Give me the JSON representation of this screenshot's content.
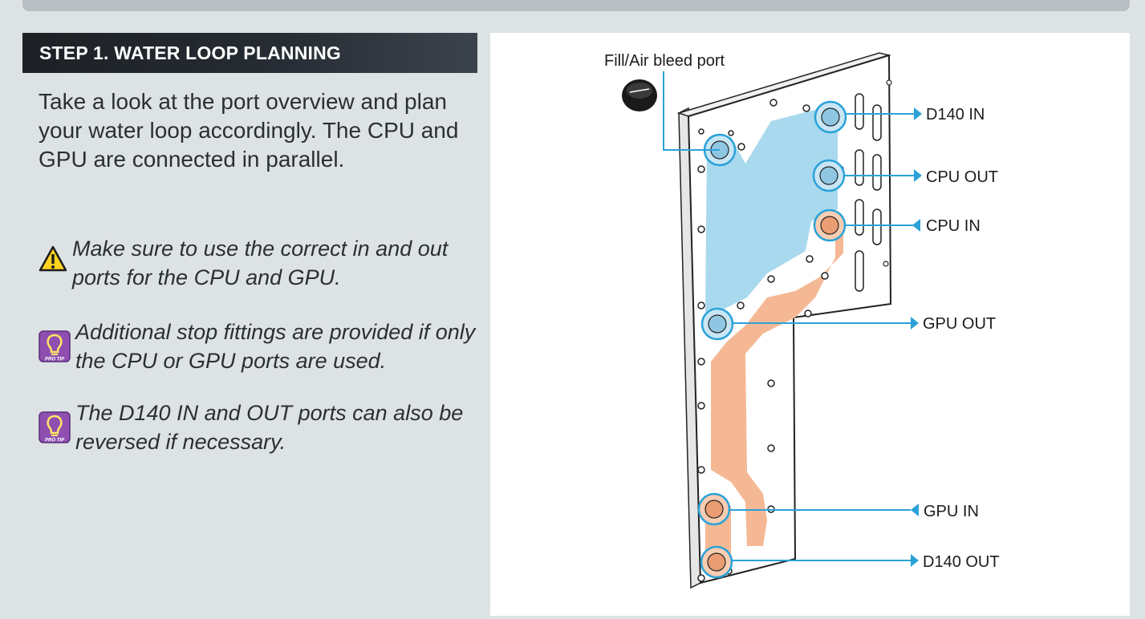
{
  "header": {
    "title": "STEP 1. WATER LOOP PLANNING"
  },
  "intro": "Take a look at the port overview and plan your water loop accordingly. The CPU and GPU are connected in parallel.",
  "notes": [
    {
      "icon": "warning-icon",
      "text": "Make sure to use the correct in and out ports for the CPU and GPU."
    },
    {
      "icon": "pro-tip-icon",
      "badge": "PRO TIP",
      "text": "Additional stop fittings are provided if only the CPU or GPU ports are used."
    },
    {
      "icon": "pro-tip-icon",
      "badge": "PRO TIP",
      "text": "The D140 IN and OUT ports can also be reversed if necessary."
    }
  ],
  "diagram": {
    "ports": {
      "fill": "Fill/Air bleed port",
      "d140_in": "D140 IN",
      "cpu_out": "CPU OUT",
      "cpu_in": "CPU IN",
      "gpu_out": "GPU OUT",
      "gpu_in": "GPU IN",
      "d140_out": "D140 OUT"
    },
    "colors": {
      "cold": "#a9d9ee",
      "hot": "#f5b894",
      "callout": "#2aa2d8",
      "plate": "#ffffff"
    }
  }
}
